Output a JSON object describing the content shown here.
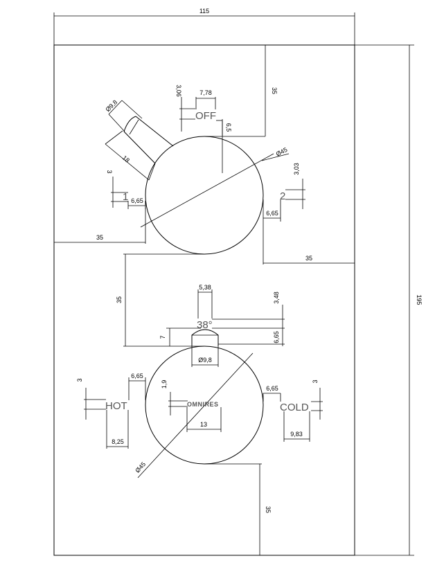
{
  "labels": {
    "off": "OFF",
    "pos1": "1",
    "pos2": "2",
    "temp": "38°",
    "hot": "HOT",
    "cold": "COLD",
    "brand": "OMNIRES"
  },
  "dims": {
    "top_width": "115",
    "right_height": "195",
    "off_offset_v": "3,06",
    "off_width": "7,78",
    "off_gap": "6,5",
    "top_margin": "35",
    "lever_dia": "Ø9,8",
    "lever_len": "18",
    "dial_dia_top": "Ø45",
    "pos1_h": "3",
    "pos1_gap": "6,65",
    "pos2_h": "3,03",
    "pos2_gap": "6,65",
    "left_margin": "35",
    "right_margin": "35",
    "temp_width": "5,38",
    "temp_h": "3,48",
    "mid_gap": "35",
    "knob_h": "7",
    "temp_gap": "6,65",
    "knob_dia": "Ø9,8",
    "hot_h": "3",
    "hot_gap": "6,65",
    "hot_w": "8,25",
    "brand_h": "1,9",
    "brand_w": "13",
    "cold_gap": "6,65",
    "cold_h": "3",
    "cold_w": "9,83",
    "dial_dia_bottom": "Ø45",
    "bottom_margin": "35"
  }
}
